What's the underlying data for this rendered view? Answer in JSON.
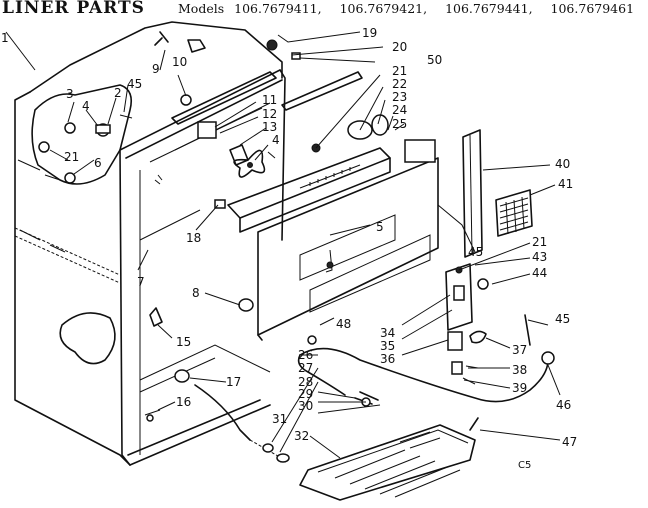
{
  "header": {
    "title": "LINER PARTS",
    "models_label": "Models",
    "models": [
      "106.7679411,",
      "106.7679421,",
      "106.7679441,",
      "106.7679461"
    ]
  },
  "callouts": [
    "1",
    "2",
    "3",
    "4",
    "45",
    "6",
    "9",
    "10",
    "11",
    "12",
    "13",
    "4",
    "21",
    "18",
    "19",
    "20",
    "50",
    "21",
    "22",
    "23",
    "24",
    "25",
    "40",
    "41",
    "5",
    "45",
    "21",
    "43",
    "44",
    "7",
    "8",
    "15",
    "17",
    "16",
    "48",
    "26",
    "27",
    "28",
    "29",
    "30",
    "31",
    "32",
    "34",
    "35",
    "36",
    "37",
    "38",
    "39",
    "45",
    "46",
    "47"
  ],
  "image_code": "C5"
}
